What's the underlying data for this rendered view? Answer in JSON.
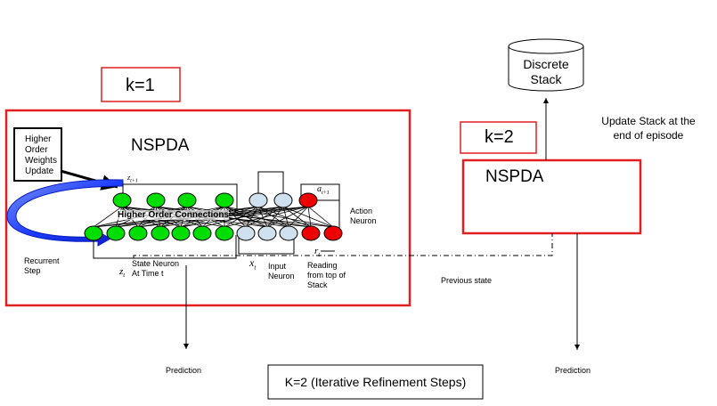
{
  "k1_label": "k=1",
  "k2_label": "k=2",
  "nspda_left": "NSPDA",
  "nspda_right": "NSPDA",
  "weights_update": [
    "Higher",
    "Order",
    "Weights",
    "Update"
  ],
  "recurrent_step": [
    "Recurrent",
    "Step"
  ],
  "higher_order_connections": "Higher Order Connections",
  "action_neuron": [
    "Action",
    "Neuron"
  ],
  "state_neuron": [
    "State Neuron",
    "At Time t"
  ],
  "input_neuron": [
    "Input",
    "Neuron"
  ],
  "reading": [
    "Reading",
    "from top of",
    "Stack"
  ],
  "symbols": {
    "z_next": "z",
    "z_next_sub": "t+1",
    "a_next": "a",
    "a_next_sub": "t+1",
    "z_t": "z",
    "z_t_sub": "t",
    "x_t": "x",
    "x_t_sub": "t",
    "r_t": "r",
    "r_t_sub": "t"
  },
  "discrete_stack": [
    "Discrete",
    "Stack"
  ],
  "update_stack": [
    "Update Stack at the",
    "end of episode"
  ],
  "previous_state": "Previous state",
  "prediction_left": "Prediction",
  "prediction_right": "Prediction",
  "iterative_refinement": "K=2 (Iterative Refinement Steps)",
  "colors": {
    "frame_red": "#e02020",
    "state_green": "#00dd00",
    "input_blue": "#cfe0ee",
    "action_red": "#ee0000",
    "arrow_blue": "#1c3cff"
  }
}
